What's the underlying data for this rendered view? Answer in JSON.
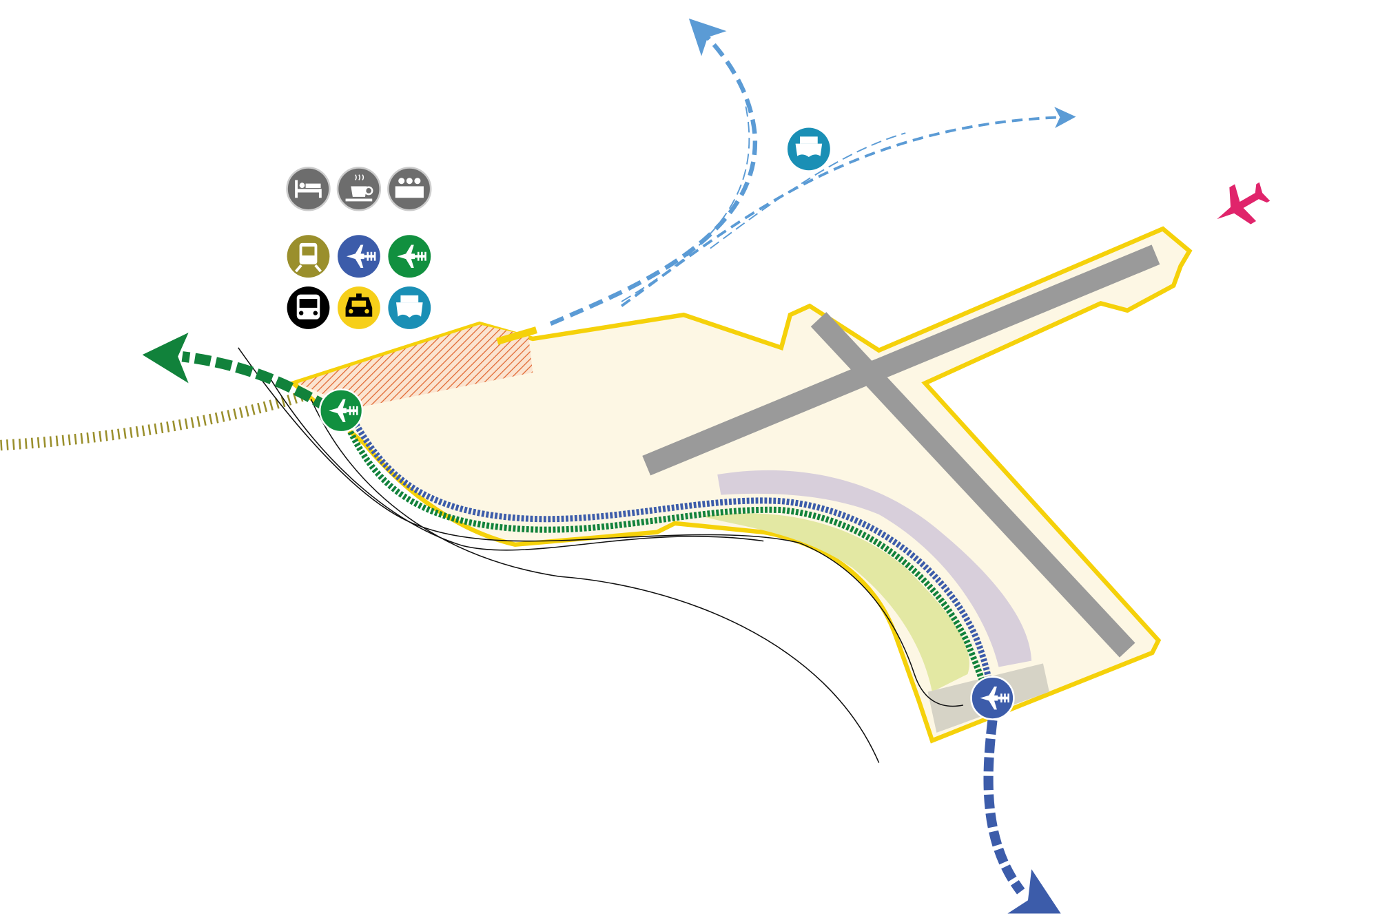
{
  "diagram": {
    "type": "airport-site-access-diagram",
    "colors": {
      "site_outline": "#f5d10a",
      "site_fill": "#fdf7e4",
      "runway": "#9a9a9a",
      "terminal_zone": "#d8cfdb",
      "landscape_zone": "#e3e8a3",
      "forecourt_zone": "#d6d3c6",
      "rail_blue": "#3c5caa",
      "rail_green": "#11823b",
      "ferry_route": "#5b9bd5",
      "regional_rail": "#9a8f2c",
      "development_hatch": "#e0622a",
      "flight": "#e0246b"
    },
    "legend_icons": [
      {
        "name": "hotel-icon",
        "color": "#6d6d6d"
      },
      {
        "name": "cafe-icon",
        "color": "#6d6d6d"
      },
      {
        "name": "conference-icon",
        "color": "#6d6d6d"
      },
      {
        "name": "train-icon",
        "color": "#9a8f2c"
      },
      {
        "name": "airport-rail-blue-icon",
        "color": "#3c5caa"
      },
      {
        "name": "airport-rail-green-icon",
        "color": "#11903f"
      },
      {
        "name": "bus-icon",
        "color": "#000000"
      },
      {
        "name": "taxi-icon",
        "color": "#f6cf1a"
      },
      {
        "name": "ferry-icon",
        "color": "#1a8fb5"
      }
    ],
    "stations": [
      {
        "name": "airport-rail-station-green",
        "color": "#11903f"
      },
      {
        "name": "airport-rail-station-blue",
        "color": "#3c5caa"
      }
    ]
  }
}
